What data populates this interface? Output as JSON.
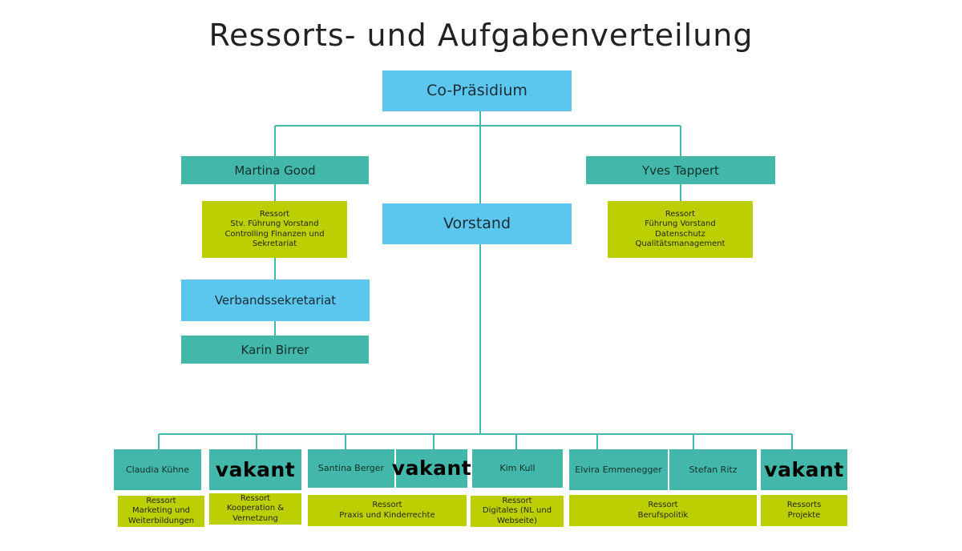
{
  "title": "Ressorts- und Aufgabenverteilung",
  "colors": {
    "blue": "#5bc7ef",
    "teal": "#43b7a9",
    "lime": "#bccf03",
    "line": "#43b7a9"
  },
  "top": {
    "co_praesidium": "Co-Präsidium",
    "vorstand": "Vorstand"
  },
  "left": {
    "name": "Martina Good",
    "ressort": "Ressort\nStv. Führung Vorstand\nControlling Finanzen und\nSekretariat",
    "sekretariat": "Verbandssekretariat",
    "sekretariat_person": "Karin Birrer"
  },
  "right": {
    "name": "Yves Tappert",
    "ressort": "Ressort\nFührung Vorstand\nDatenschutz\nQualitätsmanagement"
  },
  "members": {
    "m1": "Claudia Kühne",
    "m2": "vakant",
    "m3": "Santina Berger",
    "m4": "vakant",
    "m5": "Kim Kull",
    "m6": "Elvira Emmenegger",
    "m7": "Stefan Ritz",
    "m8": "vakant"
  },
  "ressorts": {
    "r1": "Ressort\nMarketing und\nWeiterbildungen",
    "r2": "Ressort\nKooperation &\nVernetzung",
    "r3": "Ressort\nPraxis und Kinderrechte",
    "r4": "Ressort\nDigitales (NL und\nWebseite)",
    "r5": "Ressort\nBerufspolitik",
    "r6": "Ressorts\nProjekte"
  }
}
